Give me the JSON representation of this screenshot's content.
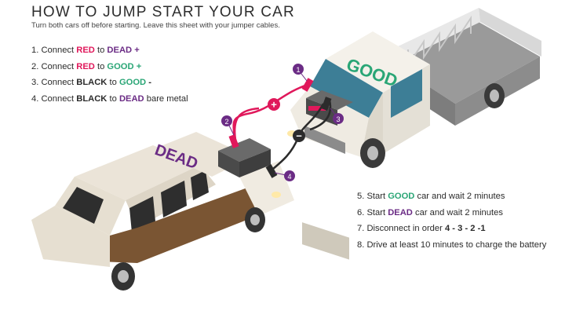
{
  "header": {
    "title": "HOW TO JUMP START YOUR CAR",
    "subtitle": "Turn both cars off before starting. Leave this sheet with your jumper cables."
  },
  "steps_left": [
    {
      "num": "1.",
      "pre": "Connect ",
      "w1": "RED",
      "mid": " to ",
      "w2": "DEAD",
      "post": " +"
    },
    {
      "num": "2.",
      "pre": "Connect ",
      "w1": "RED",
      "mid": " to ",
      "w2": "GOOD",
      "post": " +"
    },
    {
      "num": "3.",
      "pre": "Connect ",
      "w1": "BLACK",
      "mid": " to ",
      "w2": "GOOD",
      "post": " -"
    },
    {
      "num": "4.",
      "pre": "Connect ",
      "w1": "BLACK",
      "mid": " to ",
      "w2": "DEAD",
      "post": " bare metal"
    }
  ],
  "steps_right": [
    {
      "num": "5.",
      "pre": "Start ",
      "kw": "GOOD",
      "post": " car and wait 2 minutes"
    },
    {
      "num": "6.",
      "pre": "Start ",
      "kw": "DEAD",
      "post": " car and wait 2 minutes"
    },
    {
      "num": "7.",
      "pre": "Disconnect in order ",
      "kw": "4 - 3 - 2 -1",
      "post": ""
    },
    {
      "num": "8.",
      "text": "Drive at least 10 minutes to charge the battery"
    }
  ],
  "diagram": {
    "truck_label": "GOOD",
    "car_label": "DEAD",
    "plus_sign": "+",
    "minus_sign": "−",
    "markers": [
      "1",
      "2",
      "3",
      "4"
    ],
    "colors": {
      "red": "#e0185b",
      "good": "#2aa676",
      "dead": "#6b2c85",
      "marker": "#6b2c85"
    }
  }
}
